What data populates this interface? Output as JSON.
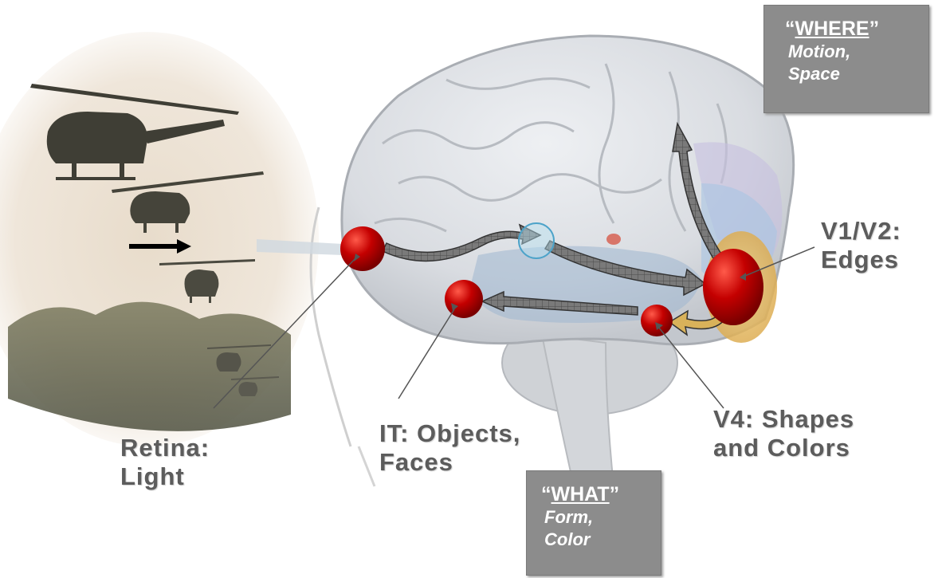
{
  "labels": {
    "retina": [
      "Retina:",
      "Light"
    ],
    "it": [
      "IT: Objects,",
      "Faces"
    ],
    "v4": [
      "V4: Shapes",
      "and Colors"
    ],
    "v1v2": [
      "V1/V2:",
      "Edges"
    ]
  },
  "where_box": {
    "quote_open": "“",
    "title": "WHERE",
    "quote_close": "”",
    "lines": [
      "Motion,",
      "Space"
    ]
  },
  "what_box": {
    "quote_open": "“",
    "title": "WHAT",
    "quote_close": "”",
    "lines": [
      "Form,",
      "Color"
    ]
  },
  "colors": {
    "label_text": "#5c5c5c",
    "box_fill": "#8c8c8c",
    "node_red": "#c40000",
    "arrow_fill": "#6f6f6f",
    "v1_region": "#e8c06a",
    "ventral_region": "#9fb7cf"
  },
  "icons": [
    "helicopter-photo",
    "brain-illustration"
  ]
}
